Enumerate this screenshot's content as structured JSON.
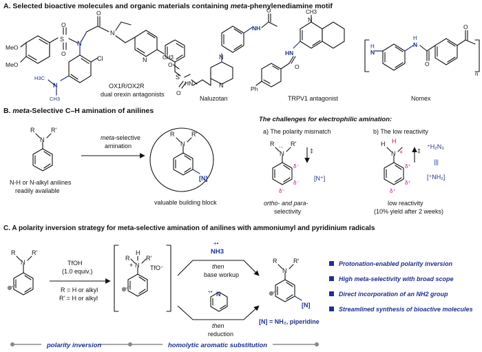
{
  "sectionA": {
    "title_prefix": "A. Selected bioactive molecules and organic materials containing ",
    "title_emph": "meta",
    "title_suffix": "-phenylenediamine motif",
    "mol1": {
      "lbl_meo1": "MeO",
      "lbl_meo2": "MeO",
      "lbl_s": "S",
      "lbl_o1": "O",
      "lbl_o2": "O",
      "lbl_n": "N",
      "lbl_cl": "Cl",
      "lbl_nme": "N",
      "lbl_me1": "H3C",
      "lbl_me2": "CH3",
      "lbl_o3": "O",
      "lbl_n2": "N",
      "lbl_npy": "N",
      "lbl_ch3": "CH3",
      "caption1": "OX1R/OX2R",
      "caption2": "dual orexin antagonists"
    },
    "mol2": {
      "lbl_s": "S",
      "lbl_o1": "O",
      "lbl_o2": "O",
      "lbl_hn": "HN",
      "lbl_n1": "N",
      "lbl_n2": "N",
      "lbl_nh": "NH",
      "lbl_o": "O",
      "caption": "Naluzotan"
    },
    "mol3": {
      "lbl_n": "N",
      "lbl_ch3": "CH3",
      "lbl_hn": "HN",
      "lbl_o": "O",
      "lbl_ph": "Ph",
      "caption": "TRPV1 antagonist"
    },
    "mol4": {
      "lbl_h1": "H",
      "lbl_n1": "N",
      "lbl_h2": "H",
      "lbl_n2": "N",
      "lbl_o1": "O",
      "lbl_o2": "O",
      "lbl_n": "n",
      "caption": "Nomex"
    }
  },
  "sectionB": {
    "title_prefix": "B. ",
    "title_emph": "meta",
    "title_suffix": "-Selective C–H amination of anilines",
    "substrate": {
      "lbl_r": "R",
      "lbl_n": "N",
      "lbl_rp": "R'",
      "caption1": "N-H or N-alkyl anilines",
      "caption2": "readily available"
    },
    "arrow_label1_emph": "meta",
    "arrow_label1_rest": "-selective",
    "arrow_label2": "amination",
    "product": {
      "lbl_r": "R",
      "lbl_n": "N",
      "lbl_rp": "R'",
      "lbl_nbr": "[N]",
      "caption": "valuable building block"
    },
    "challenges_title": "The challenges for electrophilic amination:",
    "challenge_a": "a) The polarity mismatch",
    "challenge_b": "b) The low reactivity",
    "polarity": {
      "lbl_r": "R",
      "lbl_n": "N",
      "lbl_rp": "R'",
      "lbl_dots": "··",
      "lbl_dm1": "δ⁻",
      "lbl_dm2": "δ⁻",
      "lbl_dm3": "δ⁻",
      "lbl_np": "[N⁺]",
      "lbl_dagger": "‡",
      "caption1": "ortho- and para-",
      "caption2": "selectivity"
    },
    "reactivity": {
      "lbl_h": "H",
      "lbl_n": "N",
      "lbl_h2": "H",
      "lbl_plus": "+",
      "lbl_dp1": "δ⁺",
      "lbl_dp2": "δ⁺",
      "lbl_dp3": "δ⁺",
      "lbl_h2n3": "⁺H₂N₃",
      "lbl_eq": "|||",
      "lbl_nh2": "[⁺NH₂]",
      "lbl_dagger": "‡",
      "caption1": "low reactivity",
      "caption2": "(10% yield after 2 weeks)"
    }
  },
  "sectionC": {
    "title": "C. A polarity inversion strategy for meta-selective amination of anilines with ammoniumyl and pyridinium radicals",
    "substrate": {
      "lbl_r": "R",
      "lbl_n": "N",
      "lbl_rp": "R'"
    },
    "arrow1_top1": "TfOH",
    "arrow1_top2": "(1.0 equiv.)",
    "arrow1_bot1": "R = H or alkyl",
    "arrow1_bot2": "R' = H or alkyl",
    "intermediate": {
      "lbl_r": "R",
      "lbl_n": "N",
      "lbl_h": "H",
      "lbl_rp": "R'",
      "lbl_plus": "+",
      "lbl_tfo": "TfO⁻"
    },
    "upper_reagent_dot": "+•",
    "upper_reagent": "NH3",
    "upper_then": "then",
    "upper_cond": "base workup",
    "lower_reagent": "N",
    "lower_reagent_charge": "+•",
    "lower_then": "then",
    "lower_cond": "reduction",
    "product": {
      "lbl_r": "R",
      "lbl_n": "N",
      "lbl_rp": "R'",
      "lbl_nbr": "[N]"
    },
    "n_def": "[N] = NH₂, piperidine",
    "bullets": [
      "Protonation-enabled polarity inversion",
      "High meta-selectivity with broad scope",
      "Direct incorporation of an NH2 group",
      "Streamlined synthesis of bioactive molecules"
    ],
    "footer1": "polarity inversion",
    "footer2": "homolytic aromatic substitution"
  }
}
